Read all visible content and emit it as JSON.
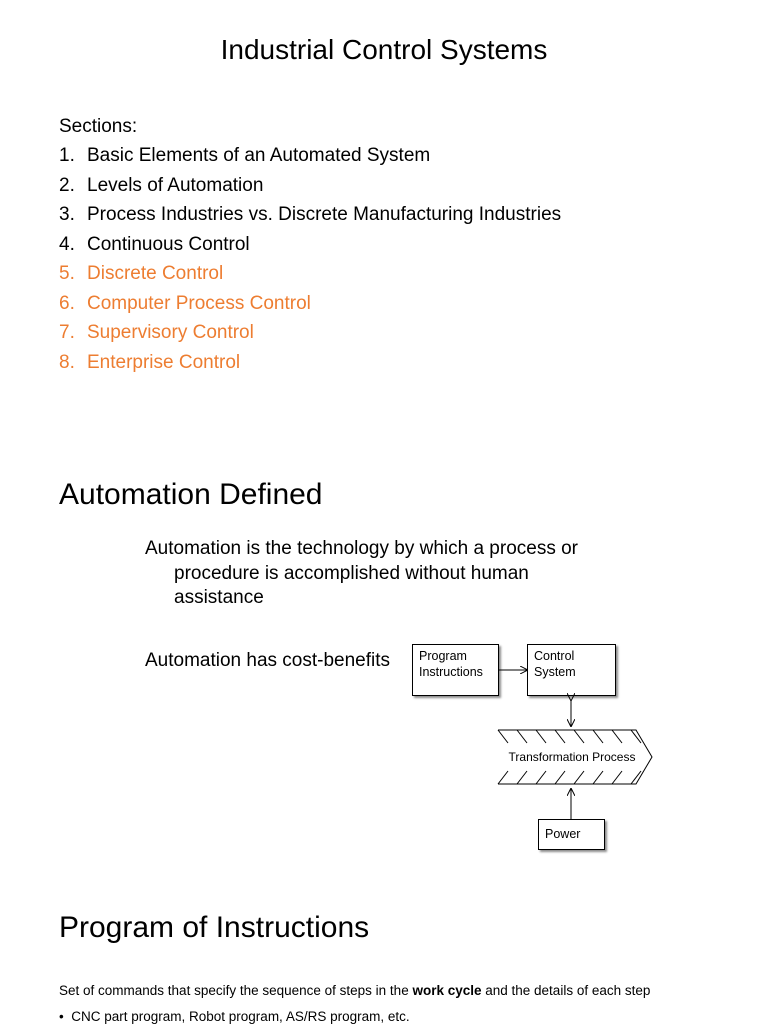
{
  "page": {
    "title": "Industrial Control Systems",
    "sections_label": "Sections:",
    "sections": [
      {
        "num": "1.",
        "label": "Basic Elements of an Automated System",
        "highlight": false
      },
      {
        "num": "2.",
        "label": "Levels of Automation",
        "highlight": false
      },
      {
        "num": "3.",
        "label": "Process Industries vs. Discrete Manufacturing Industries",
        "highlight": false
      },
      {
        "num": "4.",
        "label": "Continuous Control",
        "highlight": false
      },
      {
        "num": "5.",
        "label": "Discrete Control",
        "highlight": true
      },
      {
        "num": "6.",
        "label": "Computer Process Control",
        "highlight": true
      },
      {
        "num": "7.",
        "label": "Supervisory Control",
        "highlight": true
      },
      {
        "num": "8.",
        "label": "Enterprise Control",
        "highlight": true
      }
    ],
    "highlight_color": "#ED7D31"
  },
  "automation": {
    "heading": "Automation Defined",
    "definition_line1": "Automation is the technology by which a process or",
    "definition_line2": "procedure is accomplished without human",
    "definition_line3": "assistance",
    "cost": "Automation has cost-benefits"
  },
  "diagram": {
    "program_line1": "Program",
    "program_line2": "Instructions",
    "control_line1": "Control",
    "control_line2": "System",
    "process": "Transformation Process",
    "power": "Power"
  },
  "program": {
    "heading": "Program of Instructions",
    "para_before": "Set of commands that specify the sequence of steps in the ",
    "para_bold": "work cycle",
    "para_after": " and the details of each step",
    "bullet": "CNC part program, Robot program, AS/RS program, etc."
  }
}
